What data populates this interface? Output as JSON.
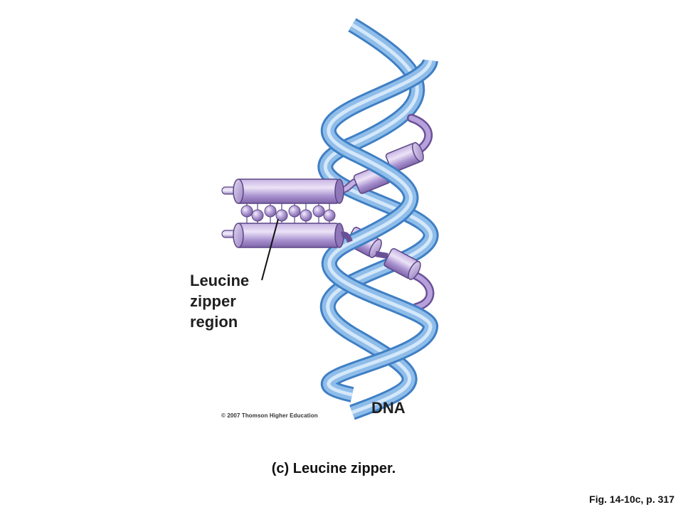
{
  "labels": {
    "leucine_zipper_lines": [
      "Leucine",
      "zipper",
      "region"
    ],
    "dna": "DNA",
    "copyright": "© 2007 Thomson Higher Education",
    "caption": "(c) Leucine zipper.",
    "figure_ref": "Fig. 14-10c, p. 317"
  },
  "colors": {
    "dna_strand": "#79aee4",
    "dna_strand_light": "#c9e2f8",
    "dna_strand_dark": "#3f7fc4",
    "protein": "#a78fcf",
    "protein_light": "#e7dcf4",
    "protein_dark": "#6a5196",
    "background": "#ffffff"
  }
}
